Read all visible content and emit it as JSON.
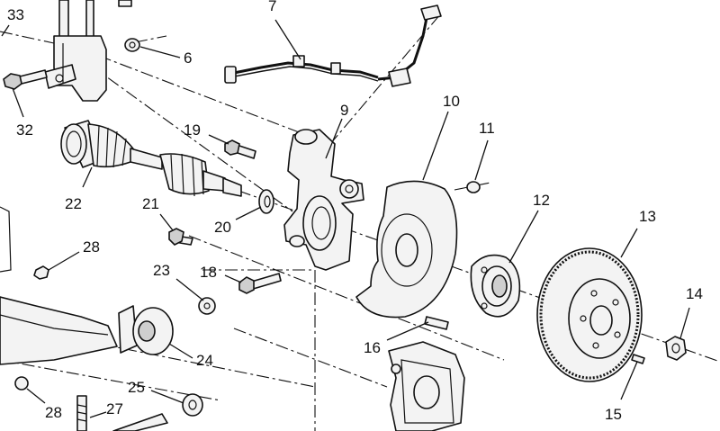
{
  "diagram": {
    "callouts": [
      "33",
      "7",
      "6",
      "32",
      "19",
      "9",
      "10",
      "11",
      "22",
      "21",
      "20",
      "28",
      "12",
      "13",
      "23",
      "18",
      "14",
      "16",
      "24",
      "25",
      "28",
      "27",
      "15"
    ]
  }
}
